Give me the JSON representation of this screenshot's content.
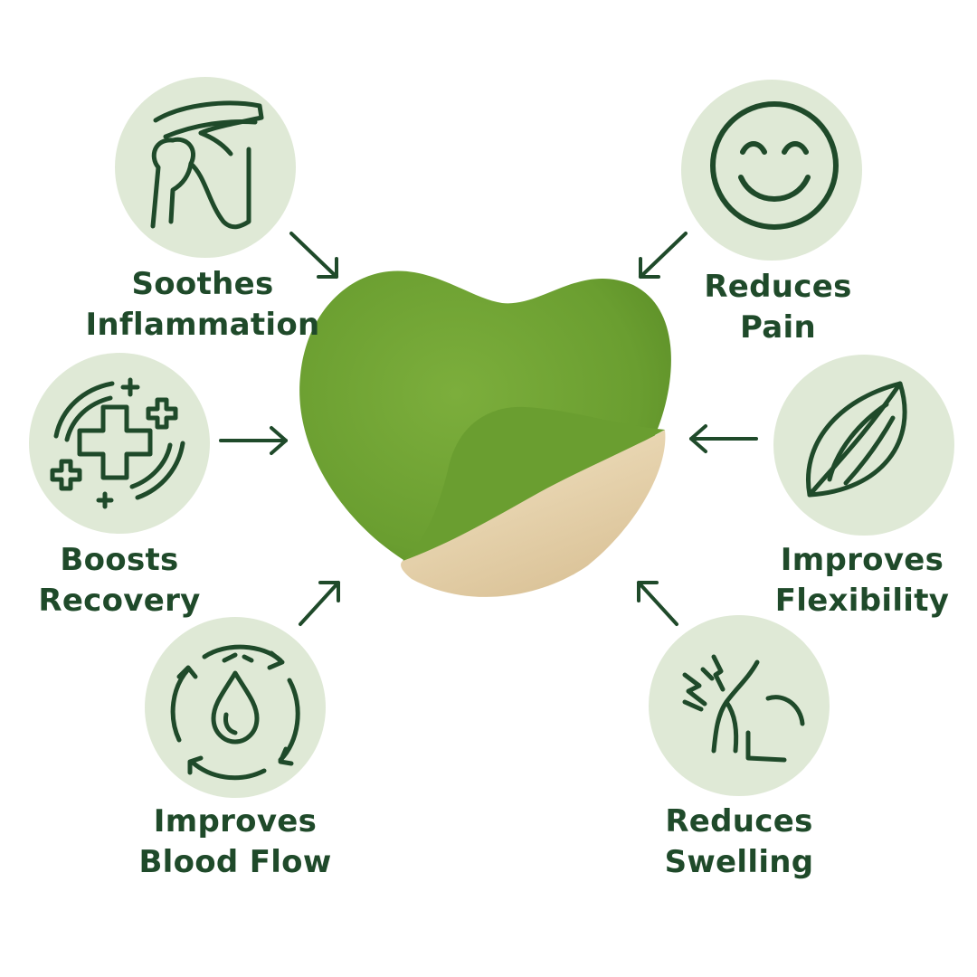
{
  "colors": {
    "ink": "#1f4a2a",
    "badge_fill": "#dfe9d6",
    "patch_green": "#6a9e30",
    "patch_backing": "#e4cfa8",
    "background": "#ffffff"
  },
  "benefits": [
    {
      "id": "inflammation",
      "icon": "shoulder-joint-icon",
      "line1": "Soothes",
      "line2": "Inflammation"
    },
    {
      "id": "pain",
      "icon": "smiley-face-icon",
      "line1": "Reduces",
      "line2": "Pain"
    },
    {
      "id": "recovery",
      "icon": "medical-cross-icon",
      "line1": "Boosts",
      "line2": "Recovery"
    },
    {
      "id": "flexibility",
      "icon": "leaf-icon",
      "line1": "Improves",
      "line2": "Flexibility"
    },
    {
      "id": "blood-flow",
      "icon": "blood-drop-cycle-icon",
      "line1": "Improves",
      "line2": "Blood Flow"
    },
    {
      "id": "swelling",
      "icon": "neck-shoulder-pain-icon",
      "line1": "Reduces",
      "line2": "Swelling"
    }
  ]
}
